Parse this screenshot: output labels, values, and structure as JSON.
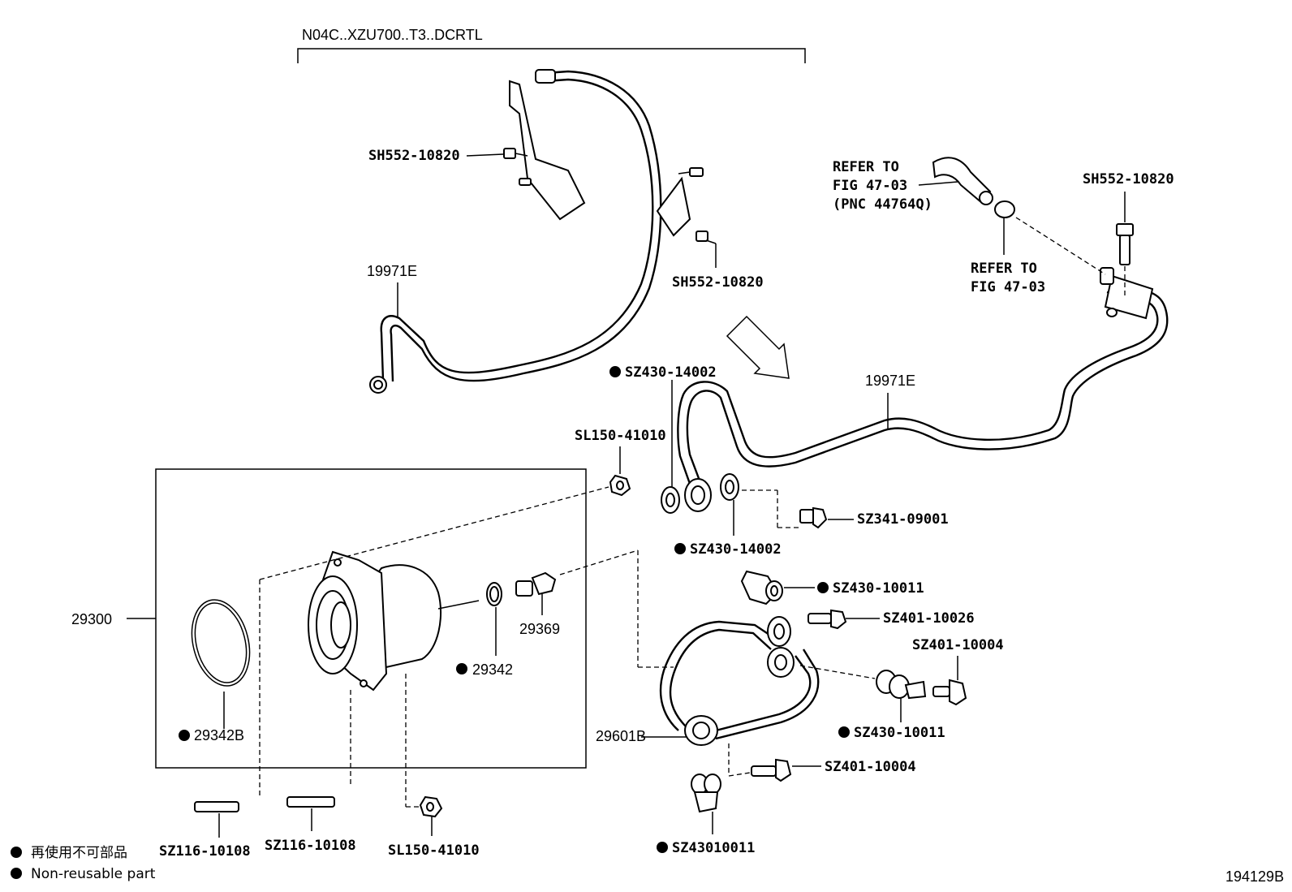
{
  "variant_label": "N04C..XZU700..T3..DCRTL",
  "diagram_code": "194129B",
  "legend": {
    "jp": "再使用不可部品",
    "en": "Non-reusable part"
  },
  "callouts": {
    "bolt_upper_left": "SH552-10820",
    "bolt_upper_mid": "SH552-10820",
    "bolt_right": "SH552-10820",
    "pipe_upper": "19971E",
    "pipe_main": "19971E",
    "refer_hose_1": "REFER TO",
    "refer_hose_2": "FIG 47-03",
    "refer_hose_3": "(PNC 44764Q)",
    "refer_clip_1": "REFER TO",
    "refer_clip_2": "FIG 47-03",
    "gasket_top": "SZ430-14002",
    "gasket_bottom": "SZ430-14002",
    "nut_top": "SL150-41010",
    "union_bolt": "SZ341-09001",
    "pump_assy": "29300",
    "oring_large": "29342B",
    "oring_small": "29342",
    "connector": "29369",
    "gasket_b1": "SZ430-10011",
    "bolt_b1": "SZ401-10026",
    "bolt_b2": "SZ401-10004",
    "gasket_b2": "SZ430-10011",
    "pipe_lower": "29601B",
    "bolt_b3": "SZ401-10004",
    "gasket_b3": "SZ43010011",
    "stud_1": "SZ116-10108",
    "stud_2": "SZ116-10108",
    "nut_bottom": "SL150-41010"
  }
}
